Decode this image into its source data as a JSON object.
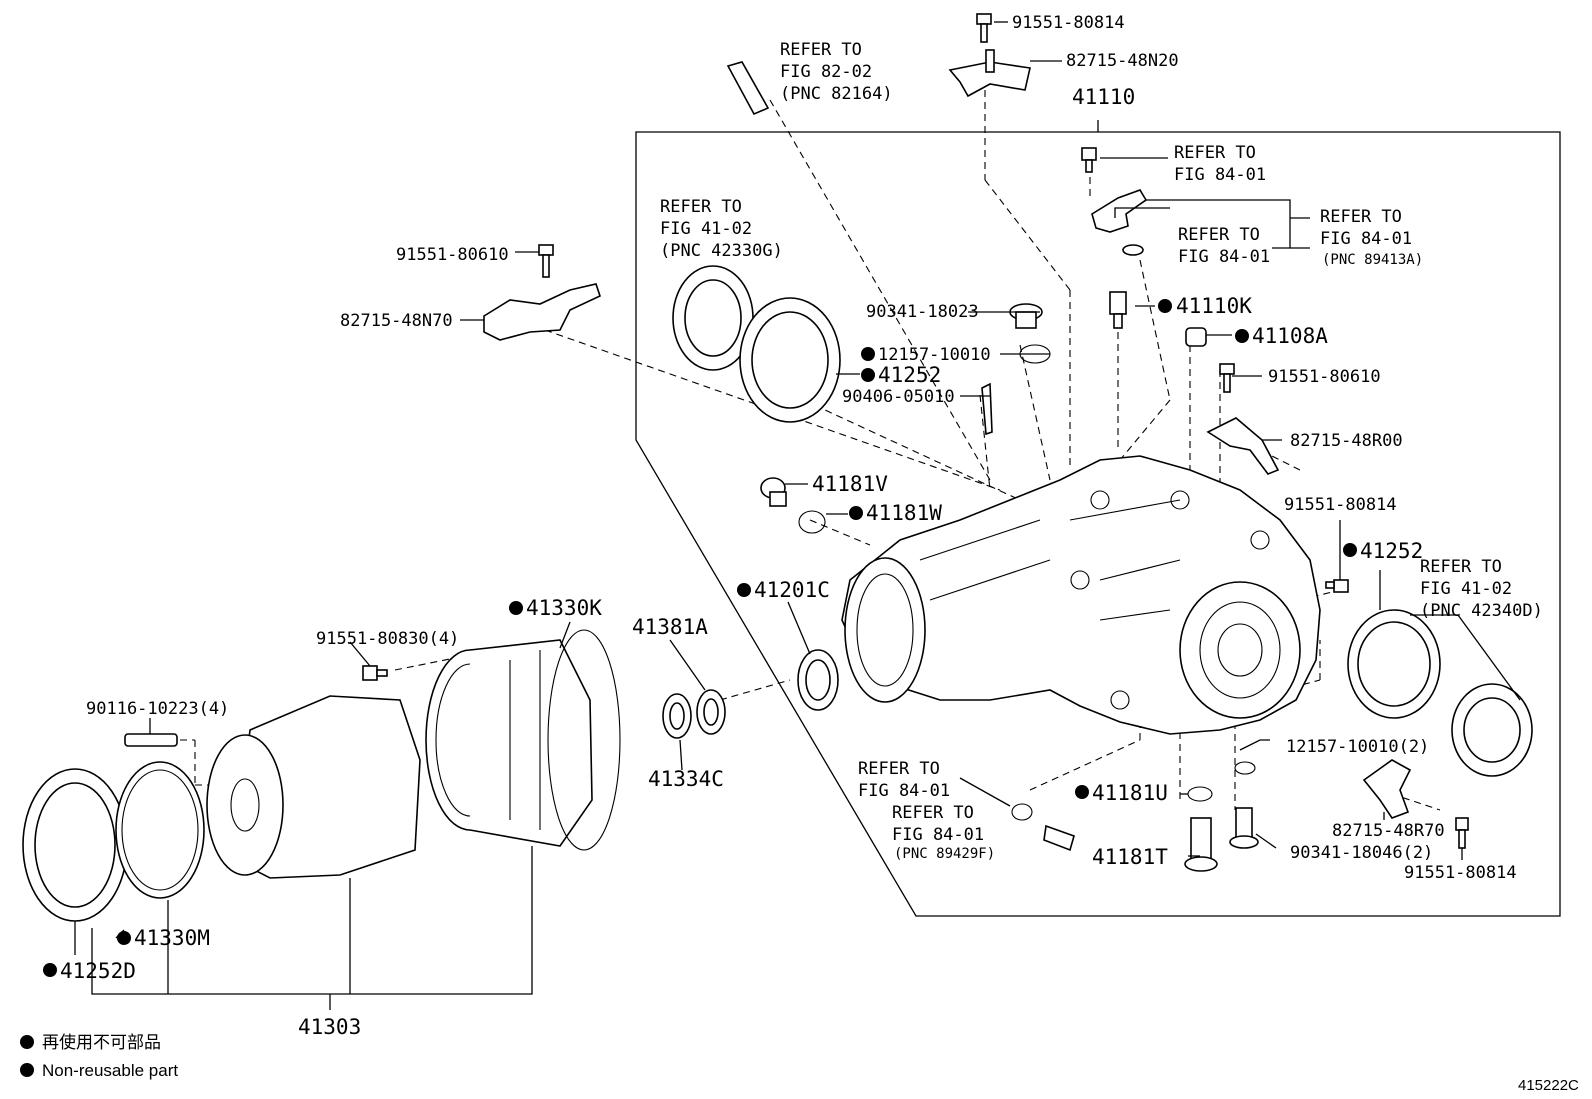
{
  "labels": {
    "l01": "91551-80814",
    "l02": "82715-48N20",
    "l03": "41110",
    "l04a": "REFER TO",
    "l04b": "FIG 82-02",
    "l04c": "(PNC 82164)",
    "l05a": "REFER TO",
    "l05b": "FIG 84-01",
    "l06a": "REFER TO",
    "l06b": "FIG 84-01",
    "l07a": "REFER TO",
    "l07b": "FIG 84-01",
    "l07c": "(PNC 89413A)",
    "l08a": "REFER TO",
    "l08b": "FIG 41-02",
    "l08c": "(PNC 42330G)",
    "l09": "91551-80610",
    "l10": "82715-48N70",
    "l11": "90341-18023",
    "l12": "41110K",
    "l13": "41108A",
    "l14": "12157-10010",
    "l15": "41252",
    "l16": "90406-05010",
    "l17": "91551-80610",
    "l18": "82715-48R00",
    "l19": "41181V",
    "l20": "41181W",
    "l21": "91551-80814",
    "l22": "41252",
    "l23a": "REFER TO",
    "l23b": "FIG 41-02",
    "l23c": "(PNC 42340D)",
    "l24": "41330K",
    "l25": "41201C",
    "l26": "41381A",
    "l27": "91551-80830(4)",
    "l28": "90116-10223(4)",
    "l29": "41334C",
    "l30": "12157-10010(2)",
    "l31a": "REFER TO",
    "l31b": "FIG 84-01",
    "l32a": "REFER TO",
    "l32b": "FIG 84-01",
    "l32c": "(PNC 89429F)",
    "l33": "41181U",
    "l34": "41181T",
    "l35": "90341-18046(2)",
    "l36": "82715-48R70",
    "l37": "91551-80814",
    "l38": "41330M",
    "l39": "41252D",
    "l40": "41303"
  },
  "legend": {
    "line1": "再使用不可部品",
    "line2": "Non-reusable part"
  },
  "figure_id": "415222C"
}
